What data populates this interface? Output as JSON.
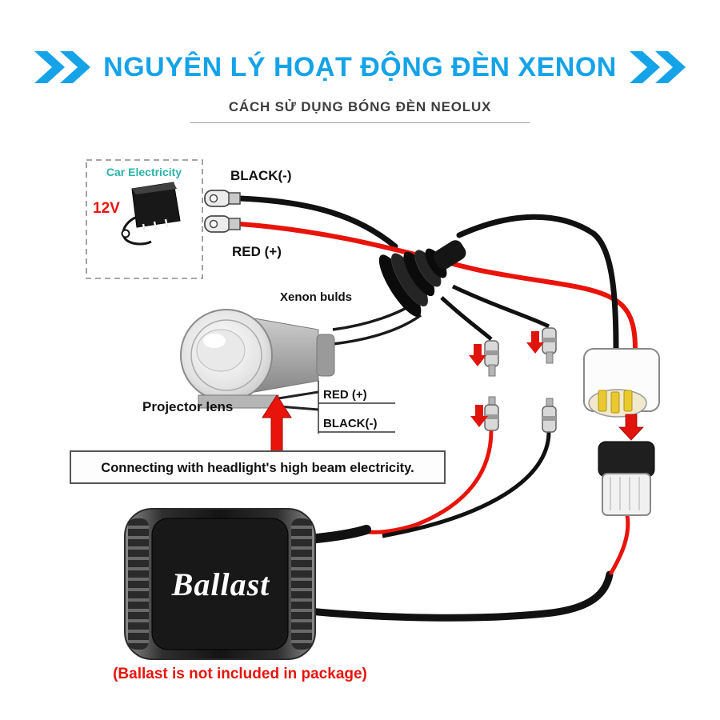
{
  "header": {
    "title": "NGUYÊN LÝ HOẠT ĐỘNG ĐÈN XENON",
    "subtitle": "CÁCH SỬ DỤNG BÓNG ĐÈN NEOLUX"
  },
  "diagram": {
    "car_box": {
      "label": "Car Electricity",
      "voltage": "12V"
    },
    "wires": {
      "negative_label": "BLACK(-)",
      "positive_label": "RED (+)"
    },
    "bulb_label": "Xenon bulds",
    "lens": {
      "label": "Projector lens",
      "positive_label": "RED (+)",
      "negative_label": "BLACK(-)"
    },
    "note_box_text": "Connecting with headlight's high beam electricity.",
    "ballast": {
      "label": "Ballast",
      "note": "(Ballast is not included in package)"
    },
    "colors": {
      "accent_blue": "#15a3e8",
      "wire_red": "#e8140c",
      "wire_black": "#111111",
      "teal": "#2ab3ac"
    }
  }
}
